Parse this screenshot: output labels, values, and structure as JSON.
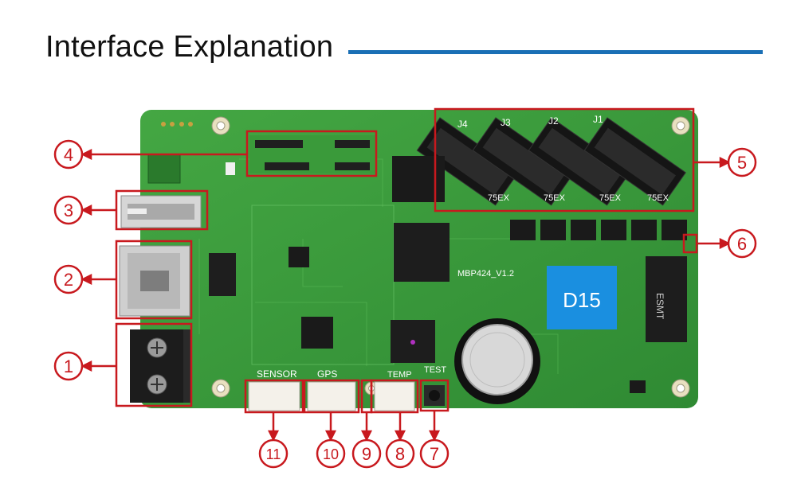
{
  "header": {
    "title": "Interface Explanation"
  },
  "board": {
    "model_text": "MBP424_V1.2",
    "badge_text": "D15",
    "sensor_label": "SENSOR",
    "gps_label": "GPS",
    "temp_label": "TEMP",
    "test_label": "TEST",
    "chip_brand": "ESMT",
    "hub_labels": [
      "J4",
      "J3",
      "J2",
      "J1"
    ],
    "hub_side_labels": [
      "75EX",
      "75EX",
      "75EX",
      "75EX"
    ]
  },
  "callouts": [
    {
      "id": "1",
      "text": "1"
    },
    {
      "id": "2",
      "text": "2"
    },
    {
      "id": "3",
      "text": "3"
    },
    {
      "id": "4",
      "text": "4"
    },
    {
      "id": "5",
      "text": "5"
    },
    {
      "id": "6",
      "text": "6"
    },
    {
      "id": "7",
      "text": "7"
    },
    {
      "id": "8",
      "text": "8"
    },
    {
      "id": "9",
      "text": "9"
    },
    {
      "id": "10",
      "text": "10"
    },
    {
      "id": "11",
      "text": "11"
    }
  ],
  "colors": {
    "accent_red": "#c8191e",
    "rule_blue": "#1a6fb5",
    "pcb_green": "#3a9a3a",
    "badge_blue": "#1a8fe0"
  }
}
